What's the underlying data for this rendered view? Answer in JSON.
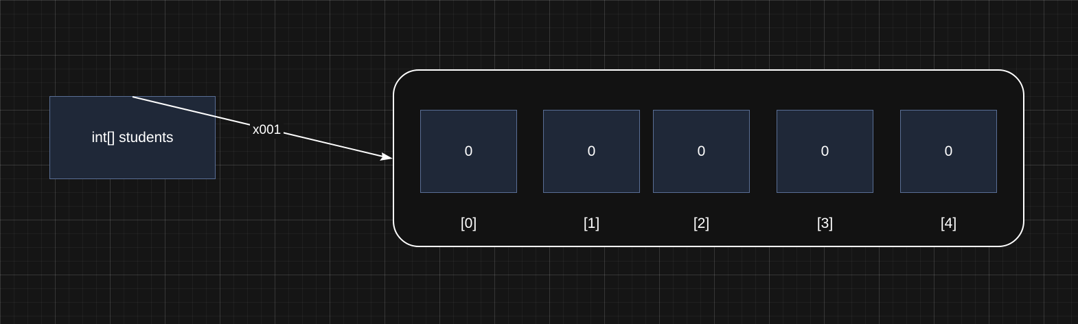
{
  "variable": {
    "label": "int[] students"
  },
  "pointer": {
    "label": "x001"
  },
  "array": {
    "cells": [
      {
        "value": "0",
        "index": "[0]"
      },
      {
        "value": "0",
        "index": "[1]"
      },
      {
        "value": "0",
        "index": "[2]"
      },
      {
        "value": "0",
        "index": "[3]"
      },
      {
        "value": "0",
        "index": "[4]"
      }
    ]
  },
  "colors": {
    "canvas_background": "#151515",
    "box_fill": "#1f2838",
    "box_stroke": "#5a6f96",
    "container_stroke": "#ffffff",
    "text": "#ffffff"
  }
}
